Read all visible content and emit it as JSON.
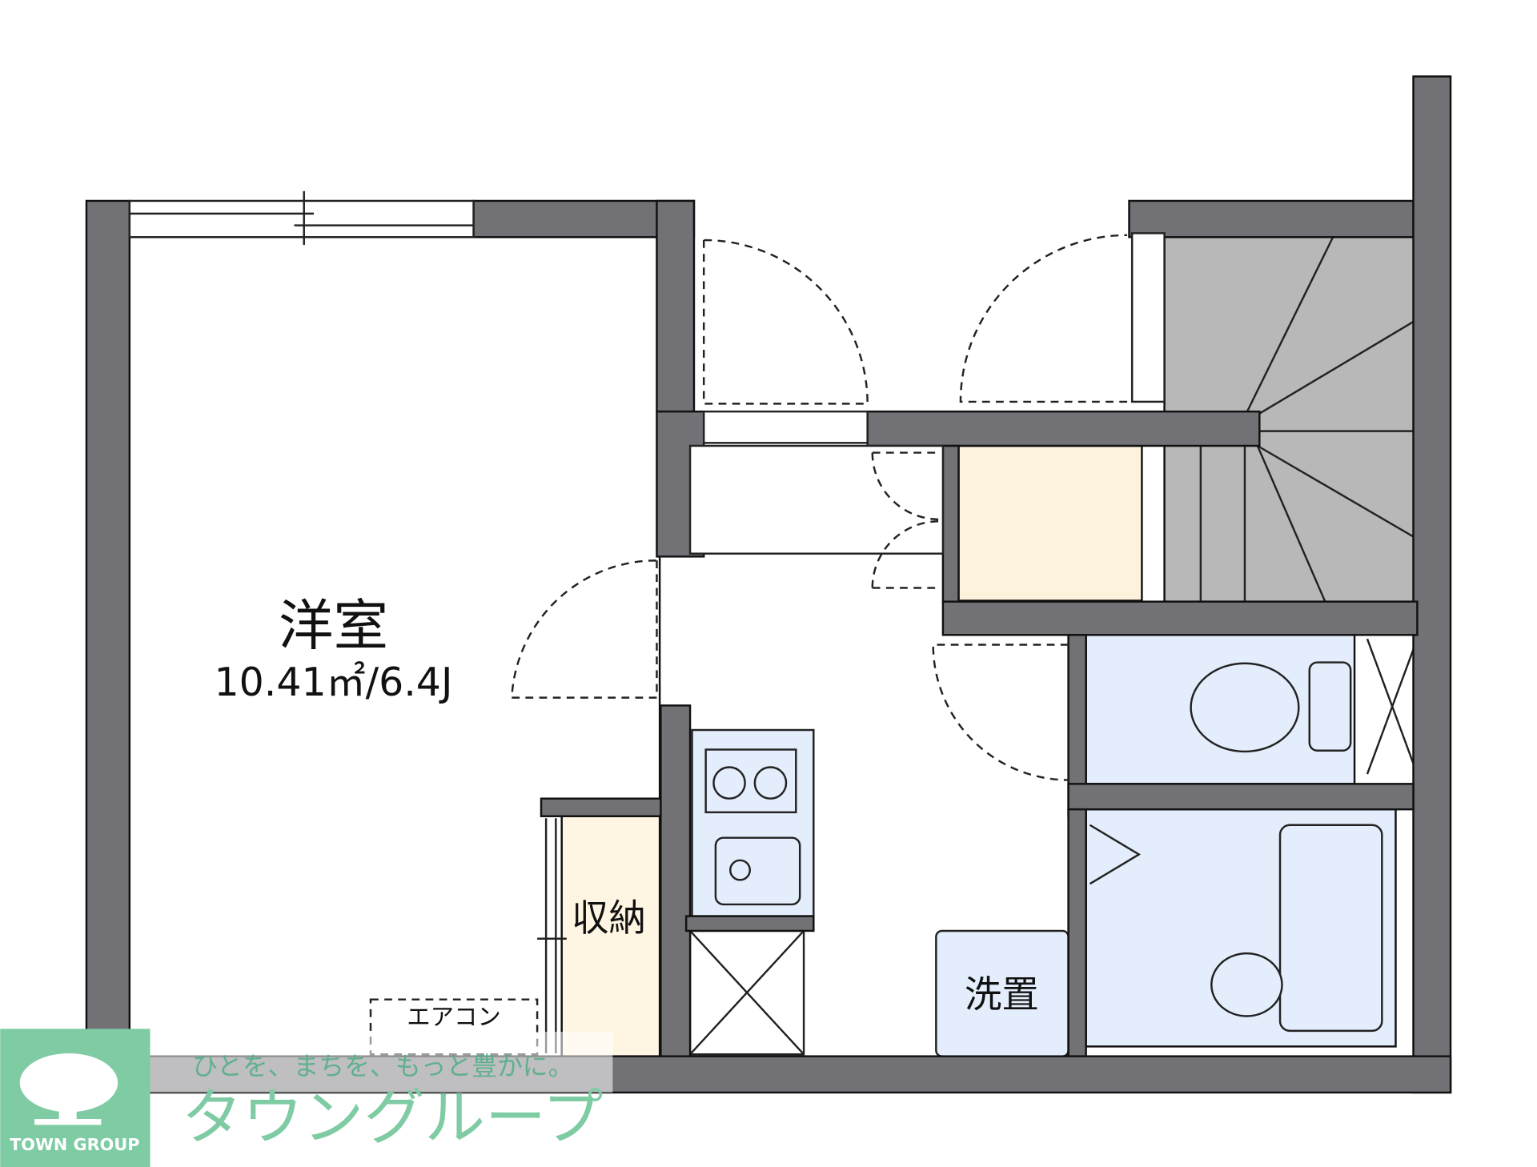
{
  "floorplan": {
    "rooms": [
      {
        "id": "western-room",
        "label": "洋室",
        "area": "10.41㎡/6.4J"
      },
      {
        "id": "storage",
        "label": "収納"
      },
      {
        "id": "washer",
        "label": "洗置"
      }
    ],
    "fixtures": {
      "aircon": "エアコン"
    }
  },
  "logo": {
    "tagline": "ひとを、まちを、もっと豊かに。",
    "name_ja": "タウングループ",
    "name_en": "TOWN GROUP"
  },
  "colors": {
    "wall": "#717176",
    "storage_fill": "#fdf2dc",
    "wet_area_fill": "#e4edfb",
    "stairs_fill": "#b8b8b8",
    "brand_green": "#7ecba4"
  }
}
